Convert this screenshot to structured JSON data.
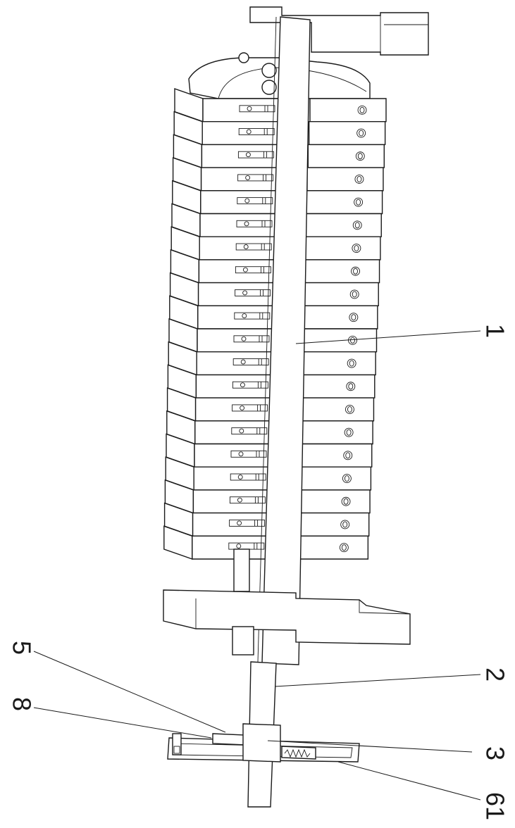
{
  "callouts": {
    "c1": "1",
    "c2": "2",
    "c3": "3",
    "c5": "5",
    "c8": "8",
    "c61": "61"
  },
  "plate_count": 20
}
